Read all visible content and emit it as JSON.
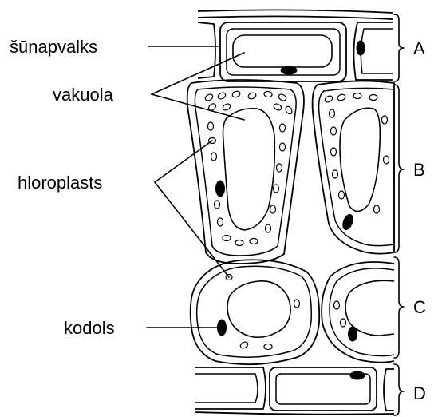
{
  "labels": {
    "cell_wall": "šūnapvalks",
    "vacuole": "vakuola",
    "chloroplasts": "hloroplasts",
    "nucleus": "kodols"
  },
  "zones": {
    "a": "A",
    "b": "B",
    "c": "C",
    "d": "D"
  }
}
